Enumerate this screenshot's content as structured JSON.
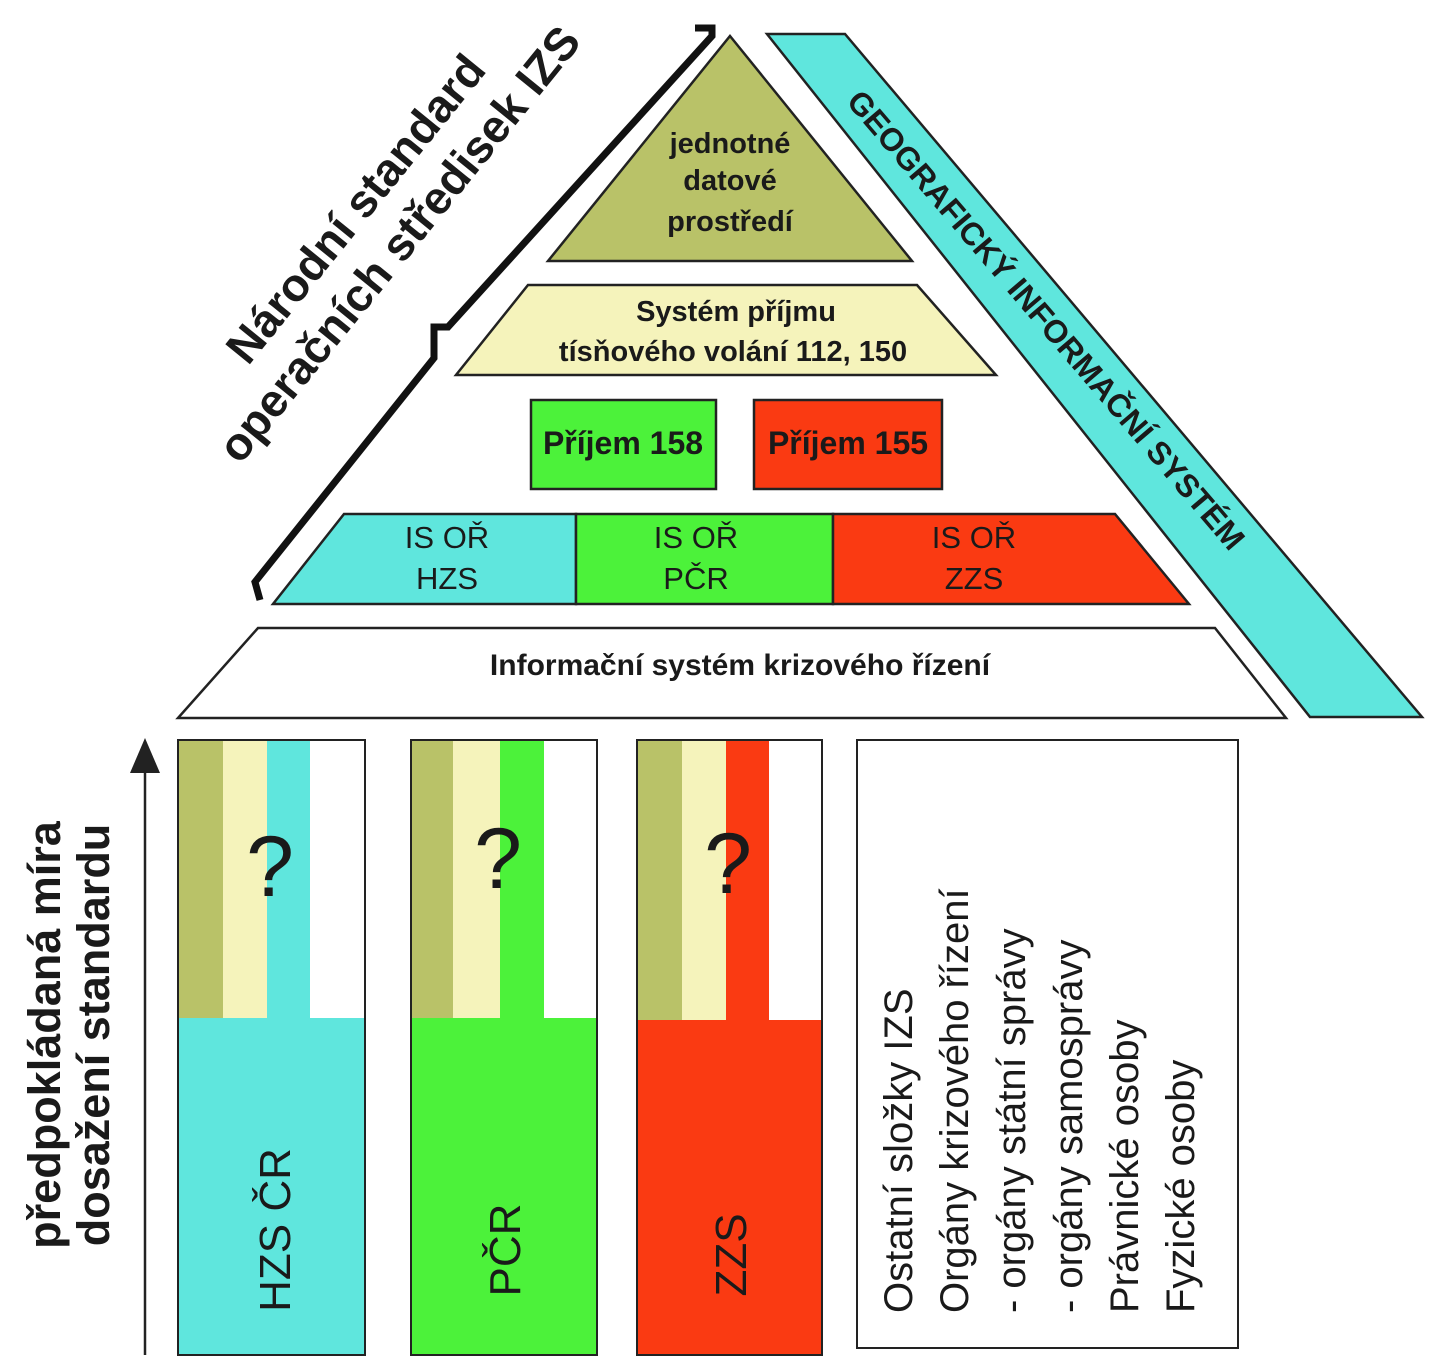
{
  "colors": {
    "olive": "#b9c268",
    "cream": "#f5f3bb",
    "cyan": "#5fe6dd",
    "green": "#4cf23a",
    "red": "#fa3a12",
    "white": "#ffffff",
    "outline": "#222222"
  },
  "left_title": {
    "line1": "Národní standard",
    "line2": "operačních středisek IZS"
  },
  "gis_band": {
    "label": "GEOGRAFICKÝ INFORMAČNÍ SYSTÉM"
  },
  "pyramid": {
    "top": {
      "line1": "jednotné",
      "line2": "datové",
      "line3": "prostředí"
    },
    "emergency_calls": {
      "line1": "Systém příjmu",
      "line2": "tísňového volání 112, 150"
    },
    "receive_158": "Příjem 158",
    "receive_155": "Příjem 155",
    "is_or_hzs": {
      "line1": "IS OŘ",
      "line2": "HZS"
    },
    "is_or_pcr": {
      "line1": "IS OŘ",
      "line2": "PČR"
    },
    "is_or_zzs": {
      "line1": "IS OŘ",
      "line2": "ZZS"
    },
    "crisis_system": "Informační systém krizového řízení"
  },
  "axis": {
    "line1": "předpokládaná míra",
    "line2": "dosažení standardu",
    "arrow_icon": "arrow-up-icon"
  },
  "columns": [
    {
      "name": "HZS ČR",
      "question": "?",
      "base_color": "#5fe6dd"
    },
    {
      "name": "PČR",
      "question": "?",
      "base_color": "#4cf23a"
    },
    {
      "name": "ZZS",
      "question": "?",
      "base_color": "#fa3a12"
    }
  ],
  "others_box": {
    "lines": [
      "Ostatní složky IZS",
      "Orgány krizového řízení",
      "- orgány státní správy",
      "- orgány samosprávy",
      "Právnické osoby",
      "Fyzické osoby"
    ]
  }
}
